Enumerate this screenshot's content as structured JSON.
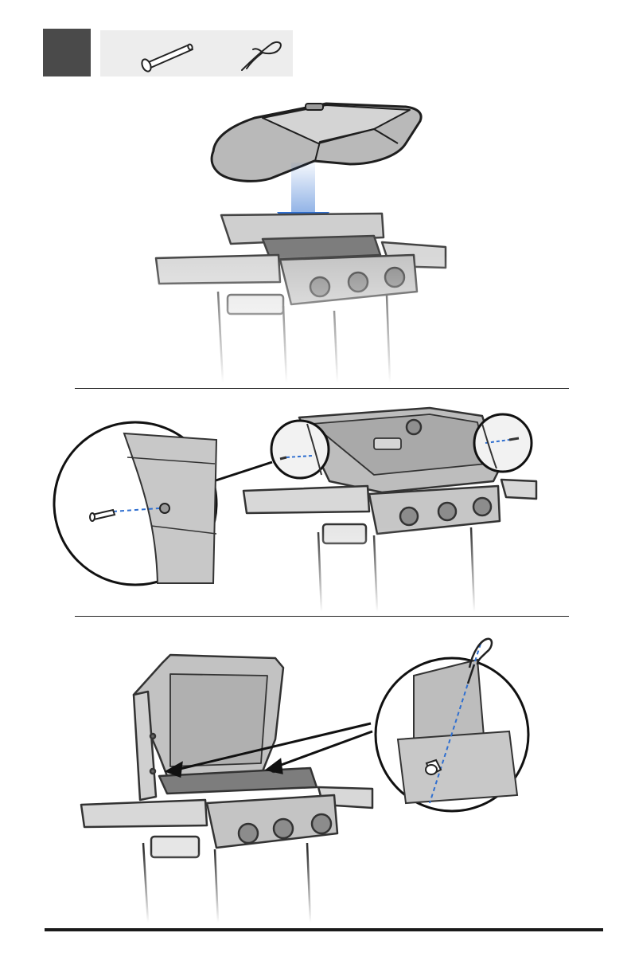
{
  "step": {
    "number": "",
    "box_color": "#4a4a4a"
  },
  "parts": {
    "items": [
      {
        "icon": "hinge-pin-icon"
      },
      {
        "icon": "hairpin-cotter-icon"
      }
    ],
    "background": "#ededed"
  },
  "figures": [
    {
      "panel": "lid-lowering",
      "arrow_color": "#2f6fd0"
    },
    {
      "panel": "hinge-pin-insert",
      "guide_color": "#2f6fd0"
    },
    {
      "panel": "cotter-pin-secure",
      "guide_color": "#2f6fd0"
    }
  ]
}
